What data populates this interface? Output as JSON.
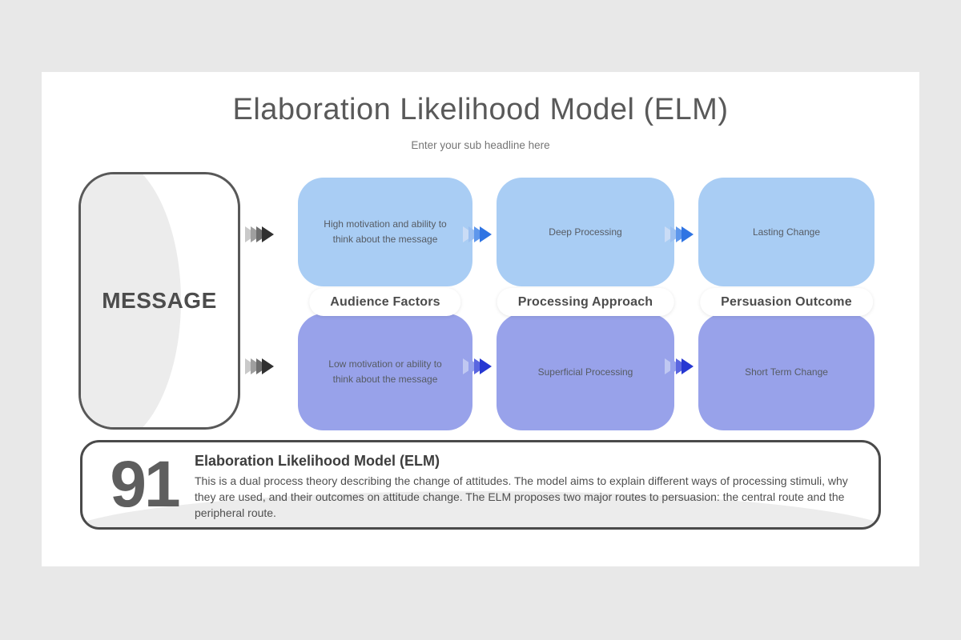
{
  "slide": {
    "title": "Elaboration Likelihood Model (ELM)",
    "subtitle": "Enter your sub headline here",
    "message_label": "MESSAGE",
    "columns": [
      {
        "label": "Audience Factors",
        "top": "High motivation and ability to think about the message",
        "bottom": "Low motivation or ability to think about the message"
      },
      {
        "label": "Processing Approach",
        "top": "Deep Processing",
        "bottom": "Superficial Processing"
      },
      {
        "label": "Persuasion Outcome",
        "top": "Lasting Change",
        "bottom": "Short Term Change"
      }
    ],
    "footer": {
      "number": "91",
      "heading": "Elaboration Likelihood Model (ELM)",
      "body": "This is a dual process theory describing the change of attitudes. The model aims to explain different ways of processing stimuli, why they are used, and their outcomes on attitude change. The ELM proposes two major routes to persuasion: the central route and the peripheral route."
    },
    "colors": {
      "page_background": "#e8e8e8",
      "slide_background": "#ffffff",
      "top_row_fill": "#a9cdf4",
      "bottom_row_fill": "#98a2ea",
      "outline_gray": "#4a4a4a",
      "gray_arrow_end": "#303030",
      "blue_arrow_top_end": "#2f74e3",
      "blue_arrow_bottom_end": "#2637d2"
    }
  }
}
